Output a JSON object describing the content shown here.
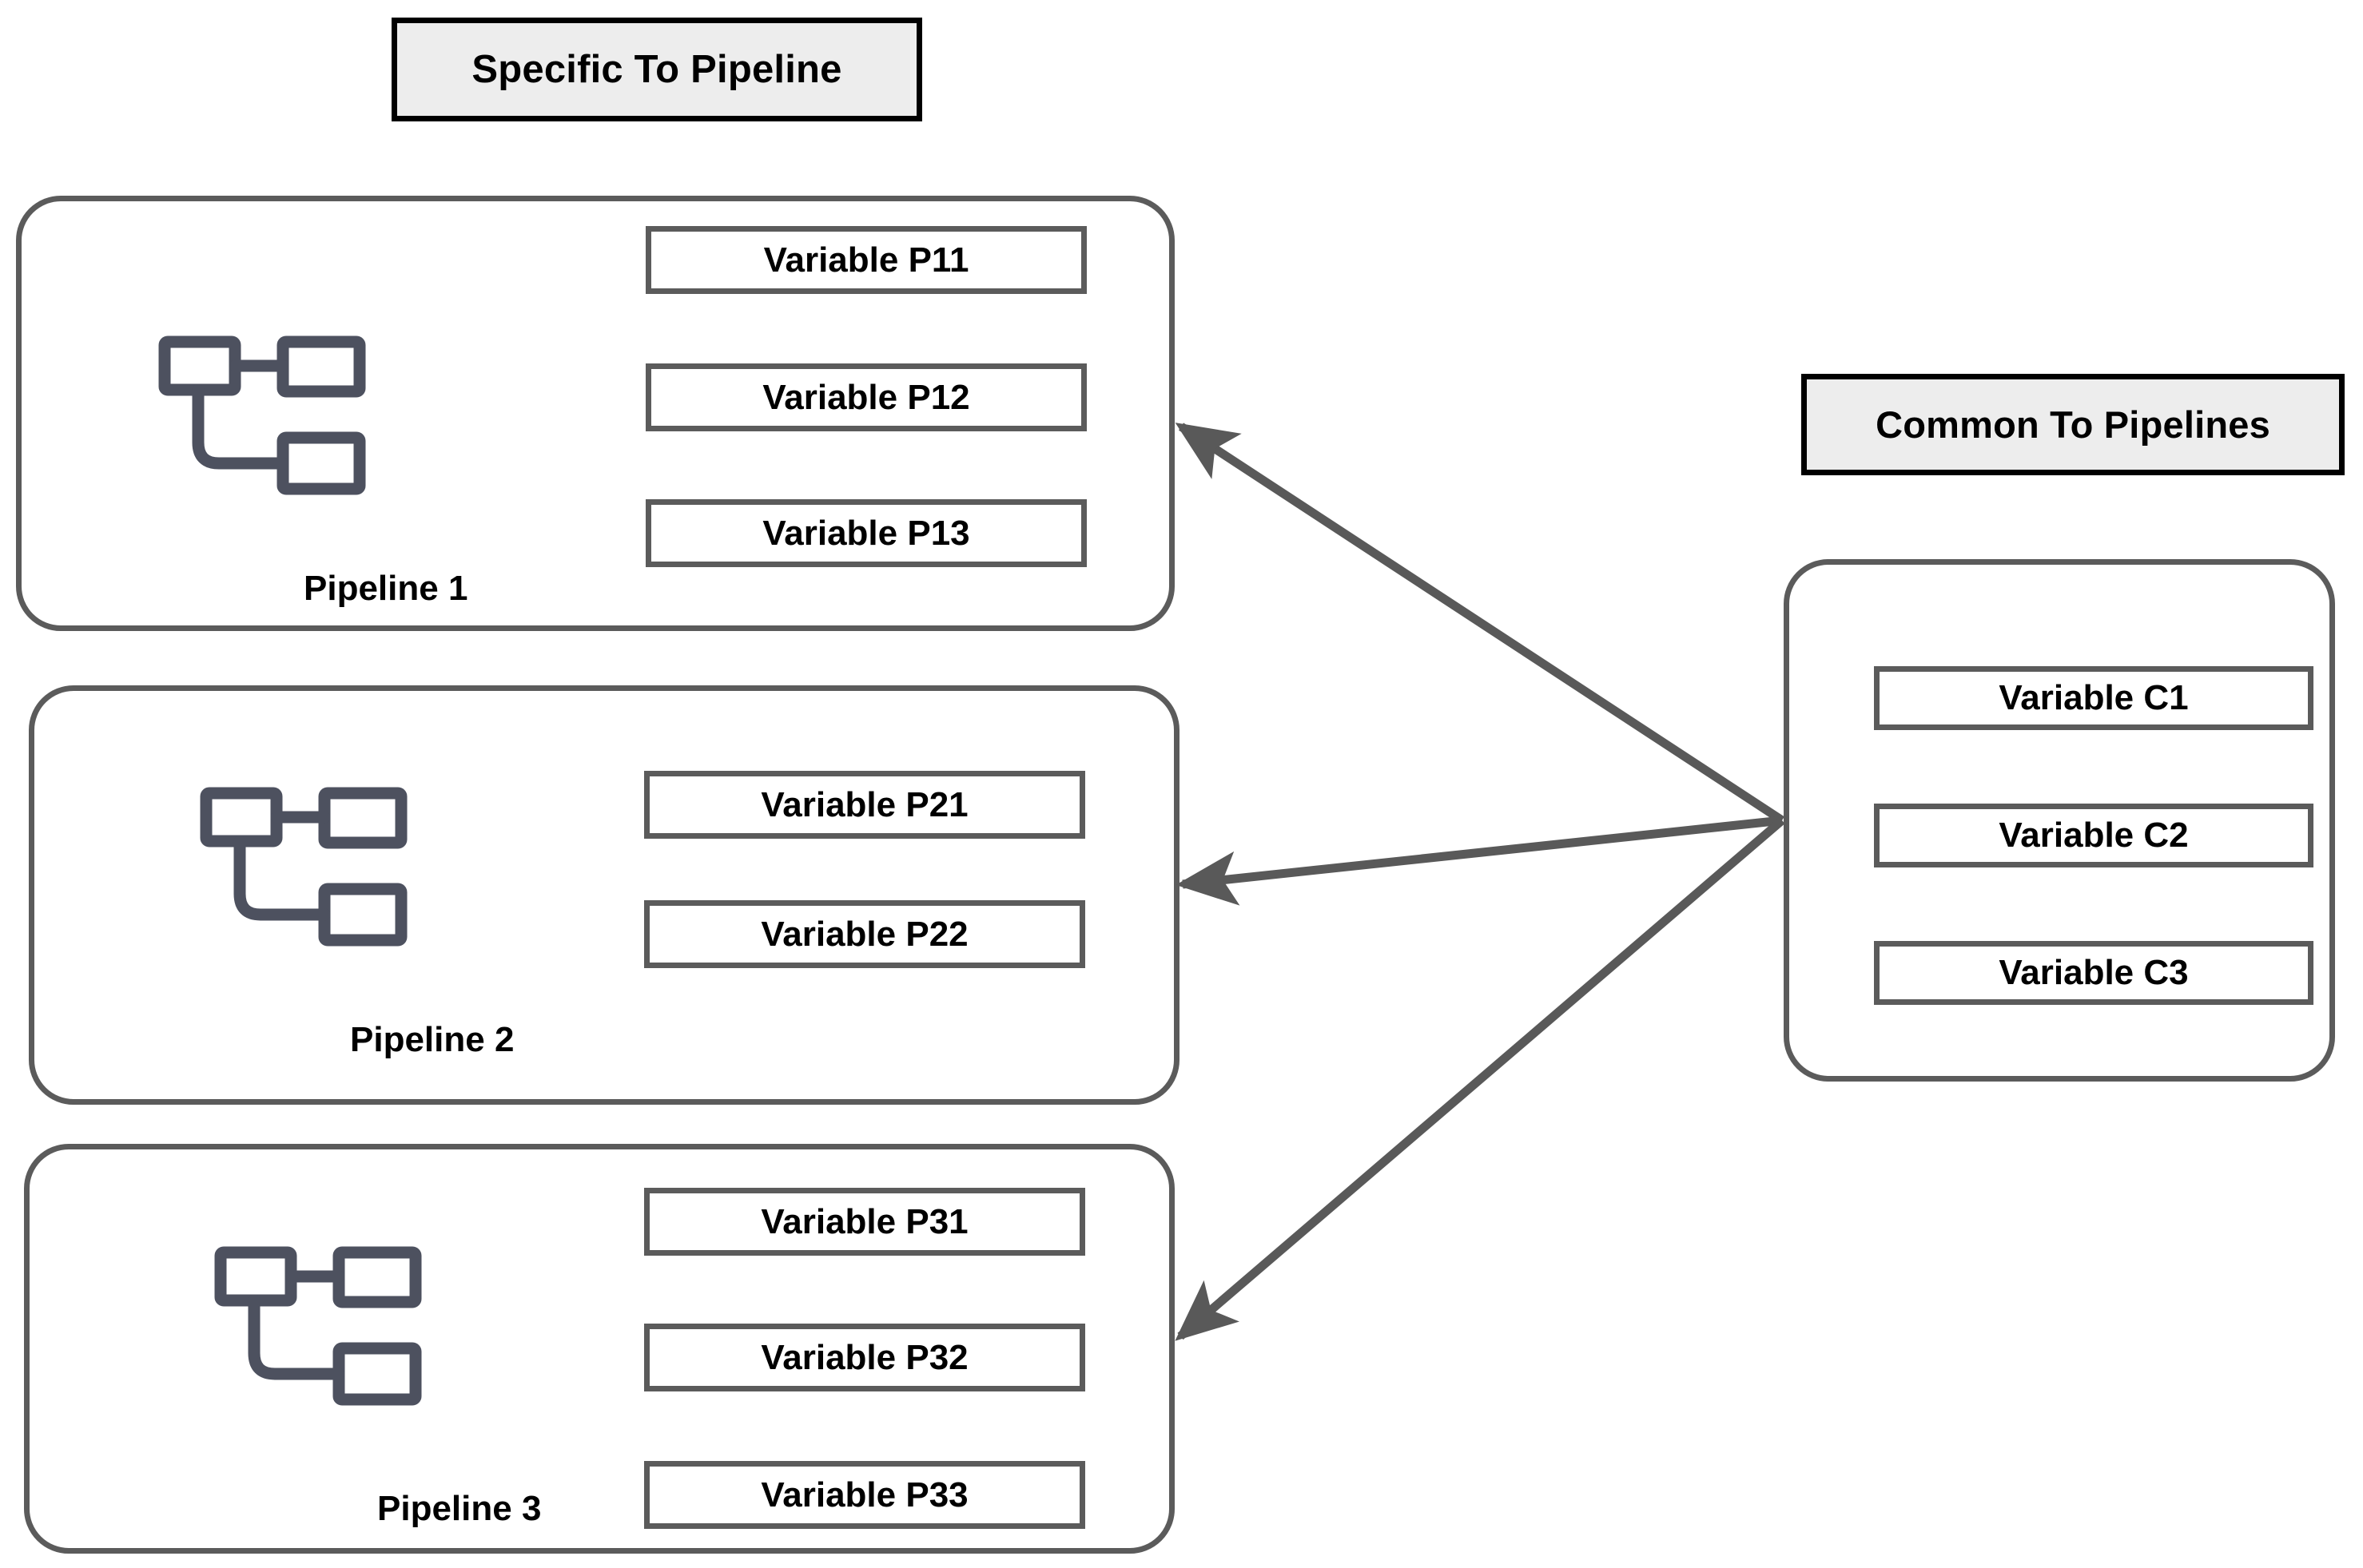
{
  "headers": {
    "specific": "Specific To Pipeline",
    "common": "Common To Pipelines"
  },
  "pipelines": [
    {
      "label": "Pipeline 1",
      "icon": "pipeline-flow-icon",
      "variables": [
        "Variable P11",
        "Variable P12",
        "Variable P13"
      ]
    },
    {
      "label": "Pipeline 2",
      "icon": "pipeline-flow-icon",
      "variables": [
        "Variable P21",
        "Variable P22"
      ]
    },
    {
      "label": "Pipeline 3",
      "icon": "pipeline-flow-icon",
      "variables": [
        "Variable P31",
        "Variable P32",
        "Variable P33"
      ]
    }
  ],
  "common": {
    "variables": [
      "Variable C1",
      "Variable C2",
      "Variable C3"
    ]
  },
  "arrows": {
    "count": 3,
    "description": "Common variables feed each pipeline",
    "direction": "right-to-left"
  },
  "colors": {
    "panel_border": "#5b5b5b",
    "header_border": "#000000",
    "header_fill": "#ededed",
    "icon": "#4d515f",
    "arrow": "#595959",
    "text": "#000000",
    "background": "#ffffff"
  }
}
